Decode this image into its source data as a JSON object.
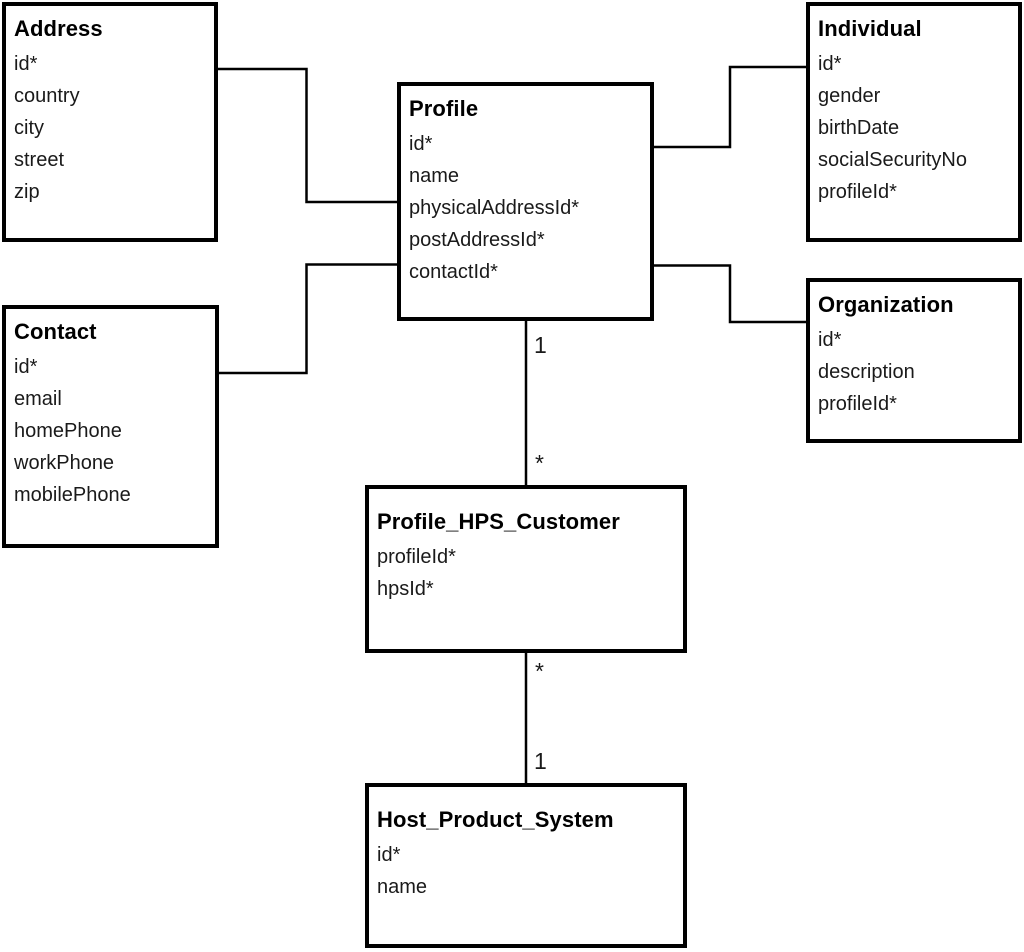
{
  "diagram": {
    "colors": {
      "background": "#ffffff",
      "box_fill": "#ffffff",
      "box_border": "#000000",
      "line": "#000000",
      "text": "#1a1a1a"
    },
    "entities": [
      {
        "title": "Address",
        "fields": [
          "id*",
          "country",
          "city",
          "street",
          "zip"
        ]
      },
      {
        "title": "Individual",
        "fields": [
          "id*",
          "gender",
          "birthDate",
          "socialSecurityNo",
          "profileId*"
        ]
      },
      {
        "title": "Profile",
        "fields": [
          "id*",
          "name",
          "physicalAddressId*",
          "postAddressId*",
          "contactId*"
        ]
      },
      {
        "title": "Contact",
        "fields": [
          "id*",
          "email",
          "homePhone",
          "workPhone",
          "mobilePhone"
        ]
      },
      {
        "title": "Organization",
        "fields": [
          "id*",
          "description",
          "profileId*"
        ]
      },
      {
        "title": "Profile_HPS_Customer",
        "fields": [
          "profileId*",
          "hpsId*"
        ]
      },
      {
        "title": "Host_Product_System",
        "fields": [
          "id*",
          "name"
        ]
      }
    ],
    "relationships": [
      {
        "from": "Address",
        "to": "Profile"
      },
      {
        "from": "Contact",
        "to": "Profile"
      },
      {
        "from": "Profile",
        "to": "Individual"
      },
      {
        "from": "Profile",
        "to": "Organization"
      },
      {
        "from": "Profile",
        "to": "Profile_HPS_Customer",
        "from_label": "1",
        "to_label": "*"
      },
      {
        "from": "Profile_HPS_Customer",
        "to": "Host_Product_System",
        "from_label": "*",
        "to_label": "1"
      }
    ]
  }
}
